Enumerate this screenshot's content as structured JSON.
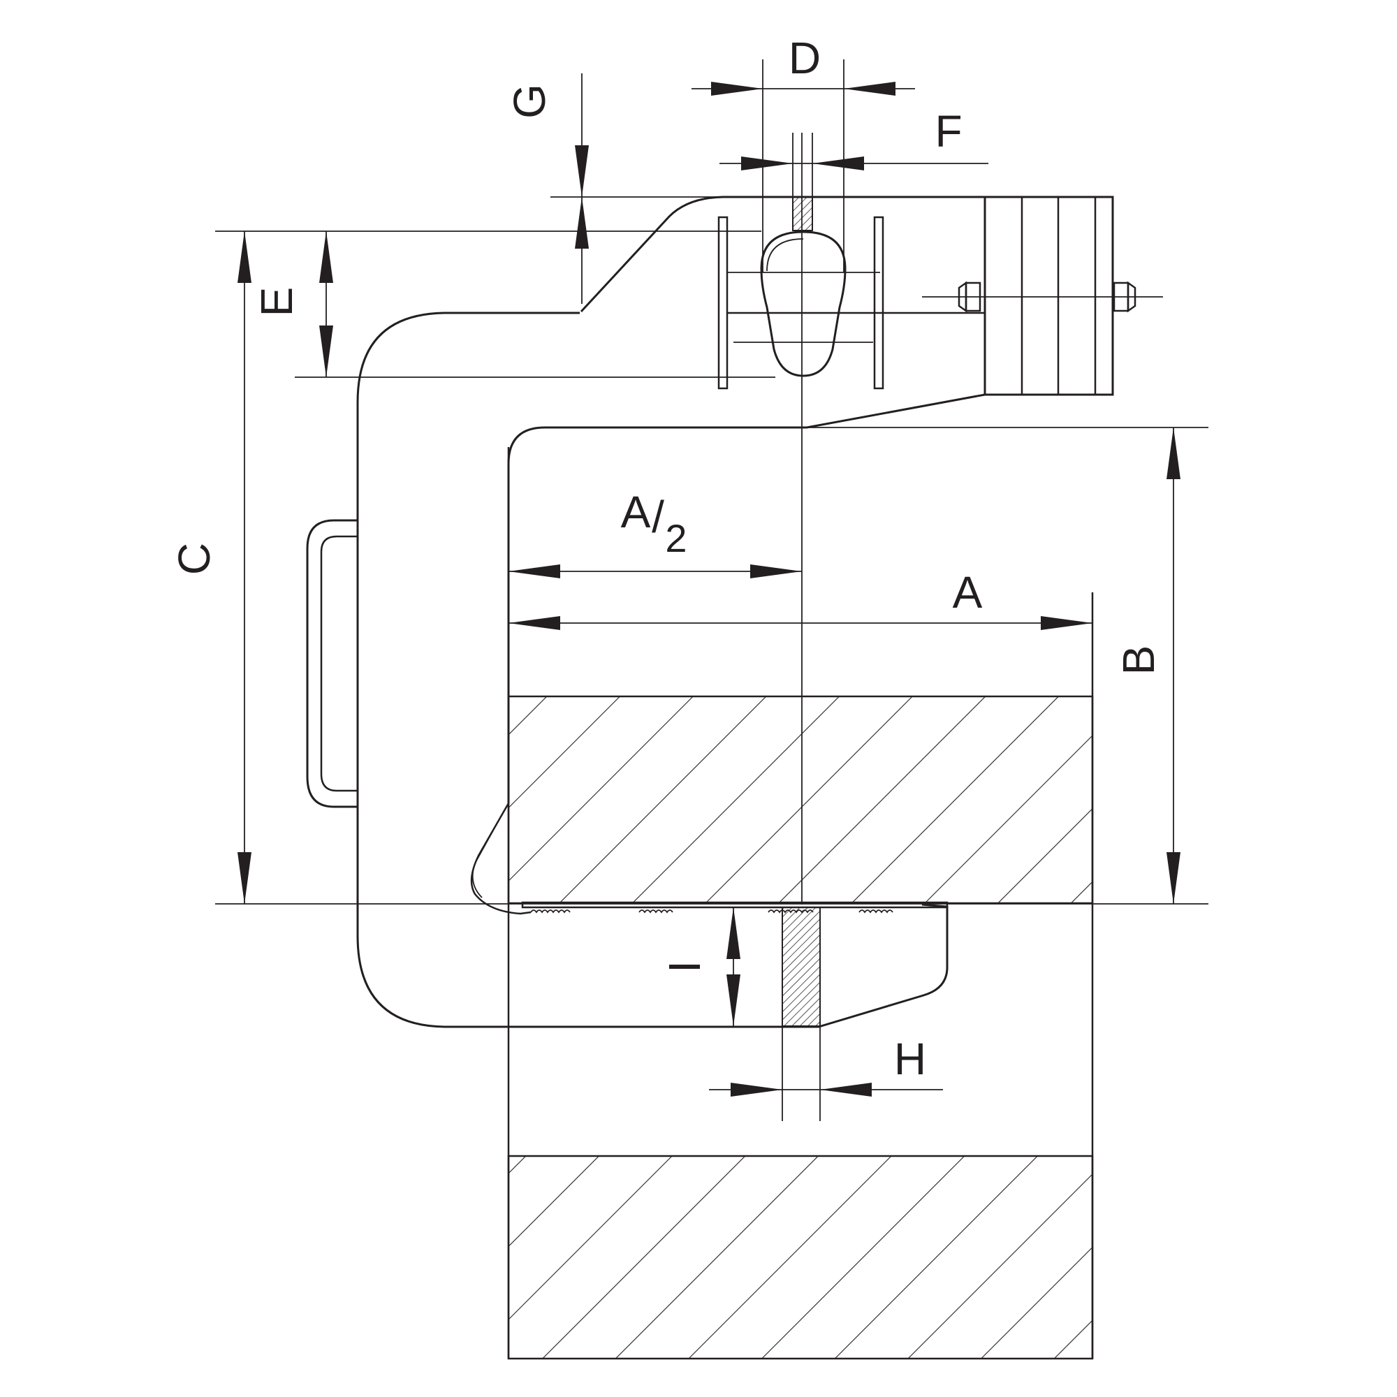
{
  "labels": {
    "D": "D",
    "G": "G",
    "F": "F",
    "E": "E",
    "C": "C",
    "A_half_num": "A",
    "A_half_slash": "/",
    "A_half_den": "2",
    "A": "A",
    "B": "B",
    "I": "I",
    "H": "H"
  }
}
